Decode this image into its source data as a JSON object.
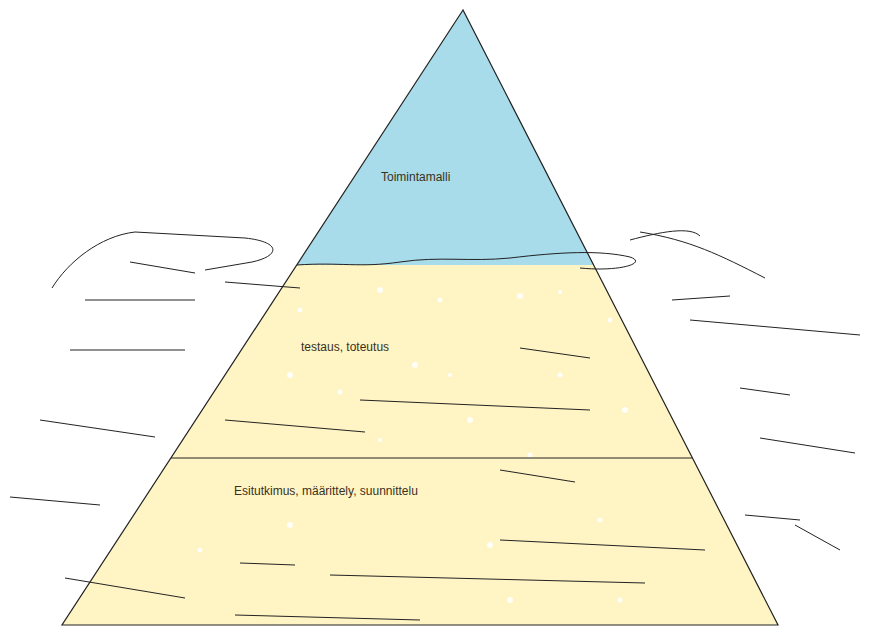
{
  "diagram": {
    "nodes": [
      {
        "text": [
          "Toimintamalli"
        ]
      },
      {
        "text": [
          "testaus, toteutus"
        ]
      },
      {
        "text": [
          "Esitutkimus, määrittely, suunnittelu"
        ]
      }
    ]
  }
}
